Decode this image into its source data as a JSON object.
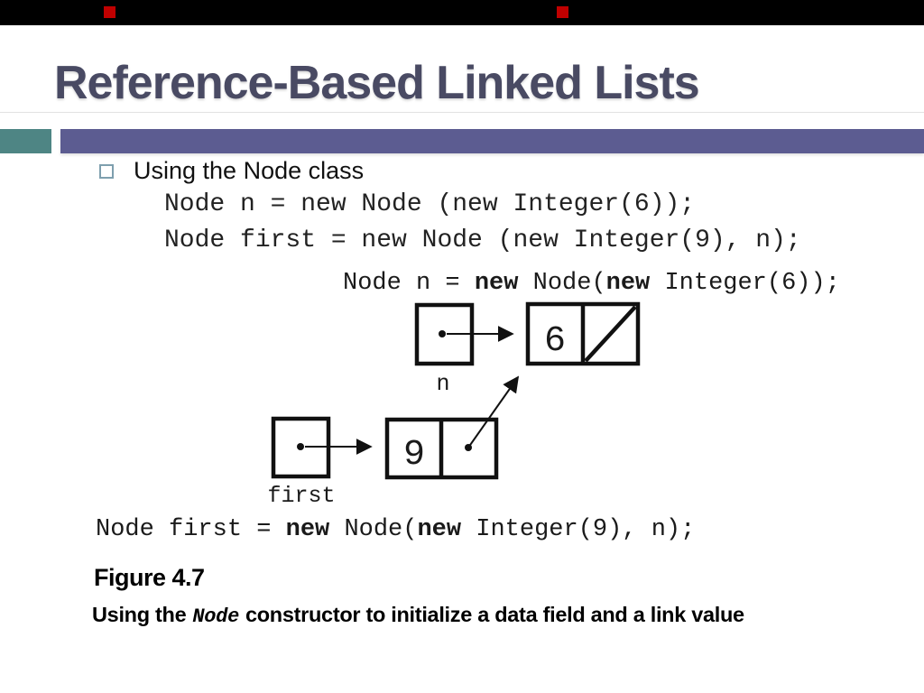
{
  "slide_title": "Reference-Based Linked Lists",
  "bullet_text": "Using the Node class",
  "code_lines": [
    "Node n = new Node (new Integer(6));",
    "Node first = new Node (new Integer(9), n);"
  ],
  "figure": {
    "statement_top": {
      "pre": "Node n = ",
      "kw1": "new",
      "mid": " Node(",
      "kw2": "new",
      "tail": " Integer(6));"
    },
    "statement_bottom": {
      "pre": "Node first = ",
      "kw1": "new",
      "mid": " Node(",
      "kw2": "new",
      "tail": " Integer(9), n);"
    },
    "node_n_value": "6",
    "node_n_label": "n",
    "node_first_value": "9",
    "node_first_label": "first"
  },
  "caption": {
    "figure_number": "Figure 4.7",
    "text_pre": "Using the",
    "text_code": "Node",
    "text_post": "constructor to initialize a data field and a link value"
  },
  "colors": {
    "title": "#494a63",
    "purple_bar": "#5c5c91",
    "teal_accent": "#4e8584",
    "bullet_outline": "#7e9fae",
    "top_bar": "#000000",
    "top_bar_accent": "#c00000"
  }
}
